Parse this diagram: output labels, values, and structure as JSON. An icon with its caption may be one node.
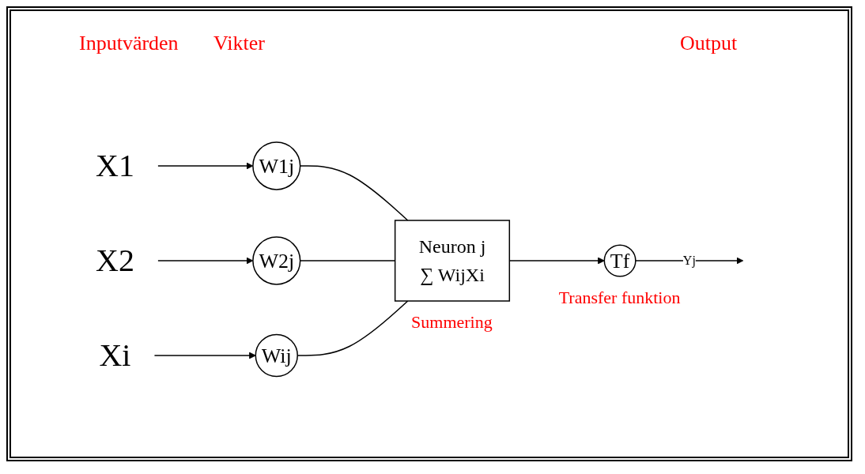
{
  "diagram": {
    "nodes": [
      {
        "text": [
          "X1"
        ]
      },
      {
        "text": [
          "X2"
        ]
      },
      {
        "text": [
          "Xi"
        ]
      },
      {
        "text": [
          "W1j"
        ]
      },
      {
        "text": [
          "W2j"
        ]
      },
      {
        "text": [
          "Wij"
        ]
      },
      {
        "text": [
          "Neuron j",
          "∑ WijXi"
        ],
        "beside": [
          "Summering"
        ]
      },
      {
        "text": [
          "Tf"
        ],
        "beside": [
          "Transfer funktion"
        ]
      }
    ],
    "edges": [
      {
        "from": 0,
        "to": 3,
        "arrow": "to"
      },
      {
        "from": 1,
        "to": 4,
        "arrow": "to"
      },
      {
        "from": 2,
        "to": 5,
        "arrow": "to"
      },
      {
        "from": 3,
        "to": 6,
        "arrow": "none"
      },
      {
        "from": 4,
        "to": 6,
        "arrow": "none"
      },
      {
        "from": 5,
        "to": 6,
        "arrow": "none"
      },
      {
        "from": 6,
        "to": 7,
        "arrow": "to"
      },
      {
        "from": 7,
        "to": null,
        "arrow": "to",
        "label": "Yj"
      }
    ],
    "labels": [
      "Inputvärden",
      "Vikter",
      "Output"
    ]
  }
}
